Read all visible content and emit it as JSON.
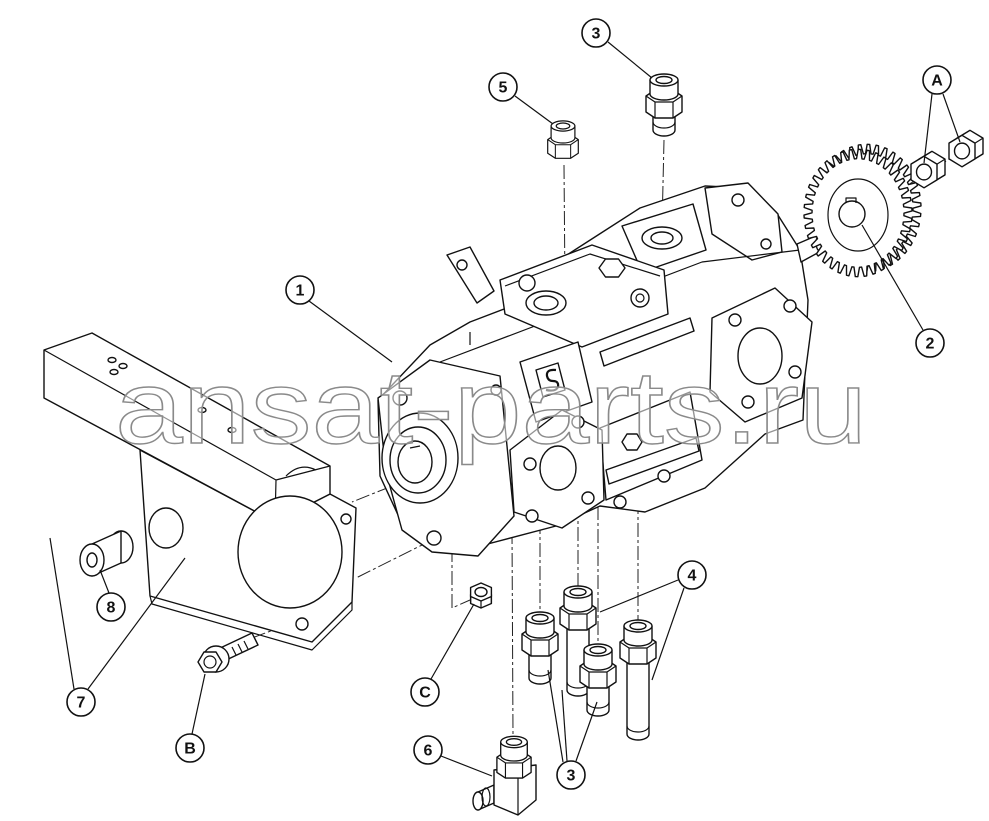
{
  "figure": {
    "callouts": [
      "1",
      "2",
      "3",
      "5",
      "A",
      "3",
      "4",
      "6",
      "7",
      "8",
      "B",
      "C"
    ],
    "watermark": "ansat-parts.ru"
  }
}
